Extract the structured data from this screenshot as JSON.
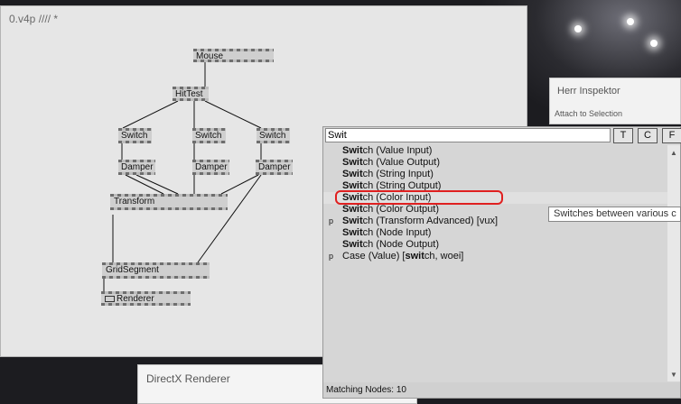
{
  "patch_window": {
    "title": "0.v4p //// *",
    "nodes": [
      {
        "id": "mouse",
        "label": "Mouse"
      },
      {
        "id": "hittest",
        "label": "HitTest"
      },
      {
        "id": "switch1",
        "label": "Switch"
      },
      {
        "id": "switch2",
        "label": "Switch"
      },
      {
        "id": "switch3",
        "label": "Switch"
      },
      {
        "id": "damper1",
        "label": "Damper"
      },
      {
        "id": "damper2",
        "label": "Damper"
      },
      {
        "id": "damper3",
        "label": "Damper"
      },
      {
        "id": "transform",
        "label": "Transform"
      },
      {
        "id": "gridsegment",
        "label": "GridSegment"
      },
      {
        "id": "renderer",
        "label": "Renderer"
      }
    ]
  },
  "inspector": {
    "title": "Herr Inspektor",
    "attach_label": "Attach to Selection"
  },
  "dx_window": {
    "title": "DirectX Renderer"
  },
  "search": {
    "query": "Swit",
    "filters": [
      "T",
      "C",
      "F"
    ],
    "results": [
      {
        "prefix": "",
        "bold": "Swit",
        "rest": "ch (Value Input)"
      },
      {
        "prefix": "",
        "bold": "Swit",
        "rest": "ch (Value Output)"
      },
      {
        "prefix": "",
        "bold": "Swit",
        "rest": "ch (String Input)"
      },
      {
        "prefix": "",
        "bold": "Swit",
        "rest": "ch (String Output)"
      },
      {
        "prefix": "",
        "bold": "Swit",
        "rest": "ch (Color Input)",
        "selected": true
      },
      {
        "prefix": "",
        "bold": "Swit",
        "rest": "ch (Color Output)"
      },
      {
        "prefix": "p",
        "bold": "Swit",
        "rest": "ch (Transform Advanced) [vux]"
      },
      {
        "prefix": "",
        "bold": "Swit",
        "rest": "ch (Node Input)"
      },
      {
        "prefix": "",
        "bold": "Swit",
        "rest": "ch (Node Output)"
      },
      {
        "prefix": "p",
        "pre": "Case (Value) [",
        "bold": "swit",
        "rest": "ch, woei]"
      }
    ],
    "status": "Matching Nodes: 10",
    "tooltip": "Switches between various c"
  }
}
